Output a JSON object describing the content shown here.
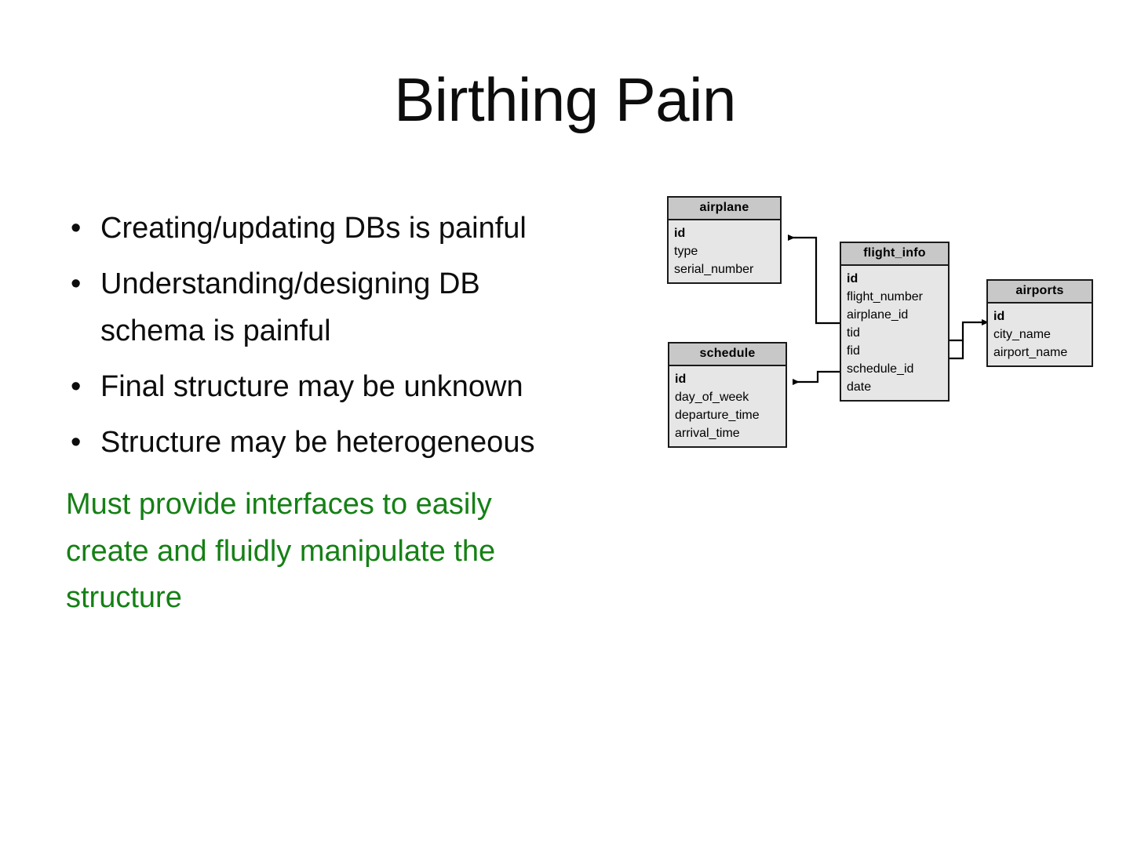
{
  "slide": {
    "title": "Birthing Pain",
    "background_color": "#ffffff",
    "text_color": "#0d0d0d",
    "accent_color": "#158015"
  },
  "bullets": [
    {
      "marker": "•",
      "text": "Creating/updating DBs is painful"
    },
    {
      "marker": "•",
      "text": "Understanding/designing DB schema is painful"
    },
    {
      "marker": "•",
      "text": "Final structure may be unknown"
    },
    {
      "marker": "•",
      "text": "Structure may be heterogeneous"
    }
  ],
  "conclusion": {
    "text": "Must provide interfaces to easily create and fluidly manipulate the structure",
    "color": "#158015"
  },
  "diagram": {
    "type": "entity-relationship-diagram",
    "header_fill": "#c8c8c8",
    "body_fill": "#e6e6e6",
    "border_color": "#1a1a1a",
    "tables": [
      {
        "name": "airplane",
        "fields": [
          {
            "name": "id",
            "key": true
          },
          {
            "name": "type",
            "key": false
          },
          {
            "name": "serial_number",
            "key": false
          }
        ]
      },
      {
        "name": "flight_info",
        "fields": [
          {
            "name": "id",
            "key": true
          },
          {
            "name": "flight_number",
            "key": false
          },
          {
            "name": "airplane_id",
            "key": false
          },
          {
            "name": "tid",
            "key": false
          },
          {
            "name": "fid",
            "key": false
          },
          {
            "name": "schedule_id",
            "key": false
          },
          {
            "name": "date",
            "key": false
          }
        ]
      },
      {
        "name": "airports",
        "fields": [
          {
            "name": "id",
            "key": true
          },
          {
            "name": "city_name",
            "key": false
          },
          {
            "name": "airport_name",
            "key": false
          }
        ]
      },
      {
        "name": "schedule",
        "fields": [
          {
            "name": "id",
            "key": true
          },
          {
            "name": "day_of_week",
            "key": false
          },
          {
            "name": "departure_time",
            "key": false
          },
          {
            "name": "arrival_time",
            "key": false
          }
        ]
      }
    ],
    "relationships": [
      {
        "from_table": "flight_info",
        "from_field": "airplane_id",
        "to_table": "airplane",
        "to_field": "id"
      },
      {
        "from_table": "flight_info",
        "from_field": "tid",
        "to_table": "airports",
        "to_field": "id"
      },
      {
        "from_table": "flight_info",
        "from_field": "fid",
        "to_table": "airports",
        "to_field": "id"
      },
      {
        "from_table": "flight_info",
        "from_field": "schedule_id",
        "to_table": "schedule",
        "to_field": "id"
      }
    ]
  }
}
